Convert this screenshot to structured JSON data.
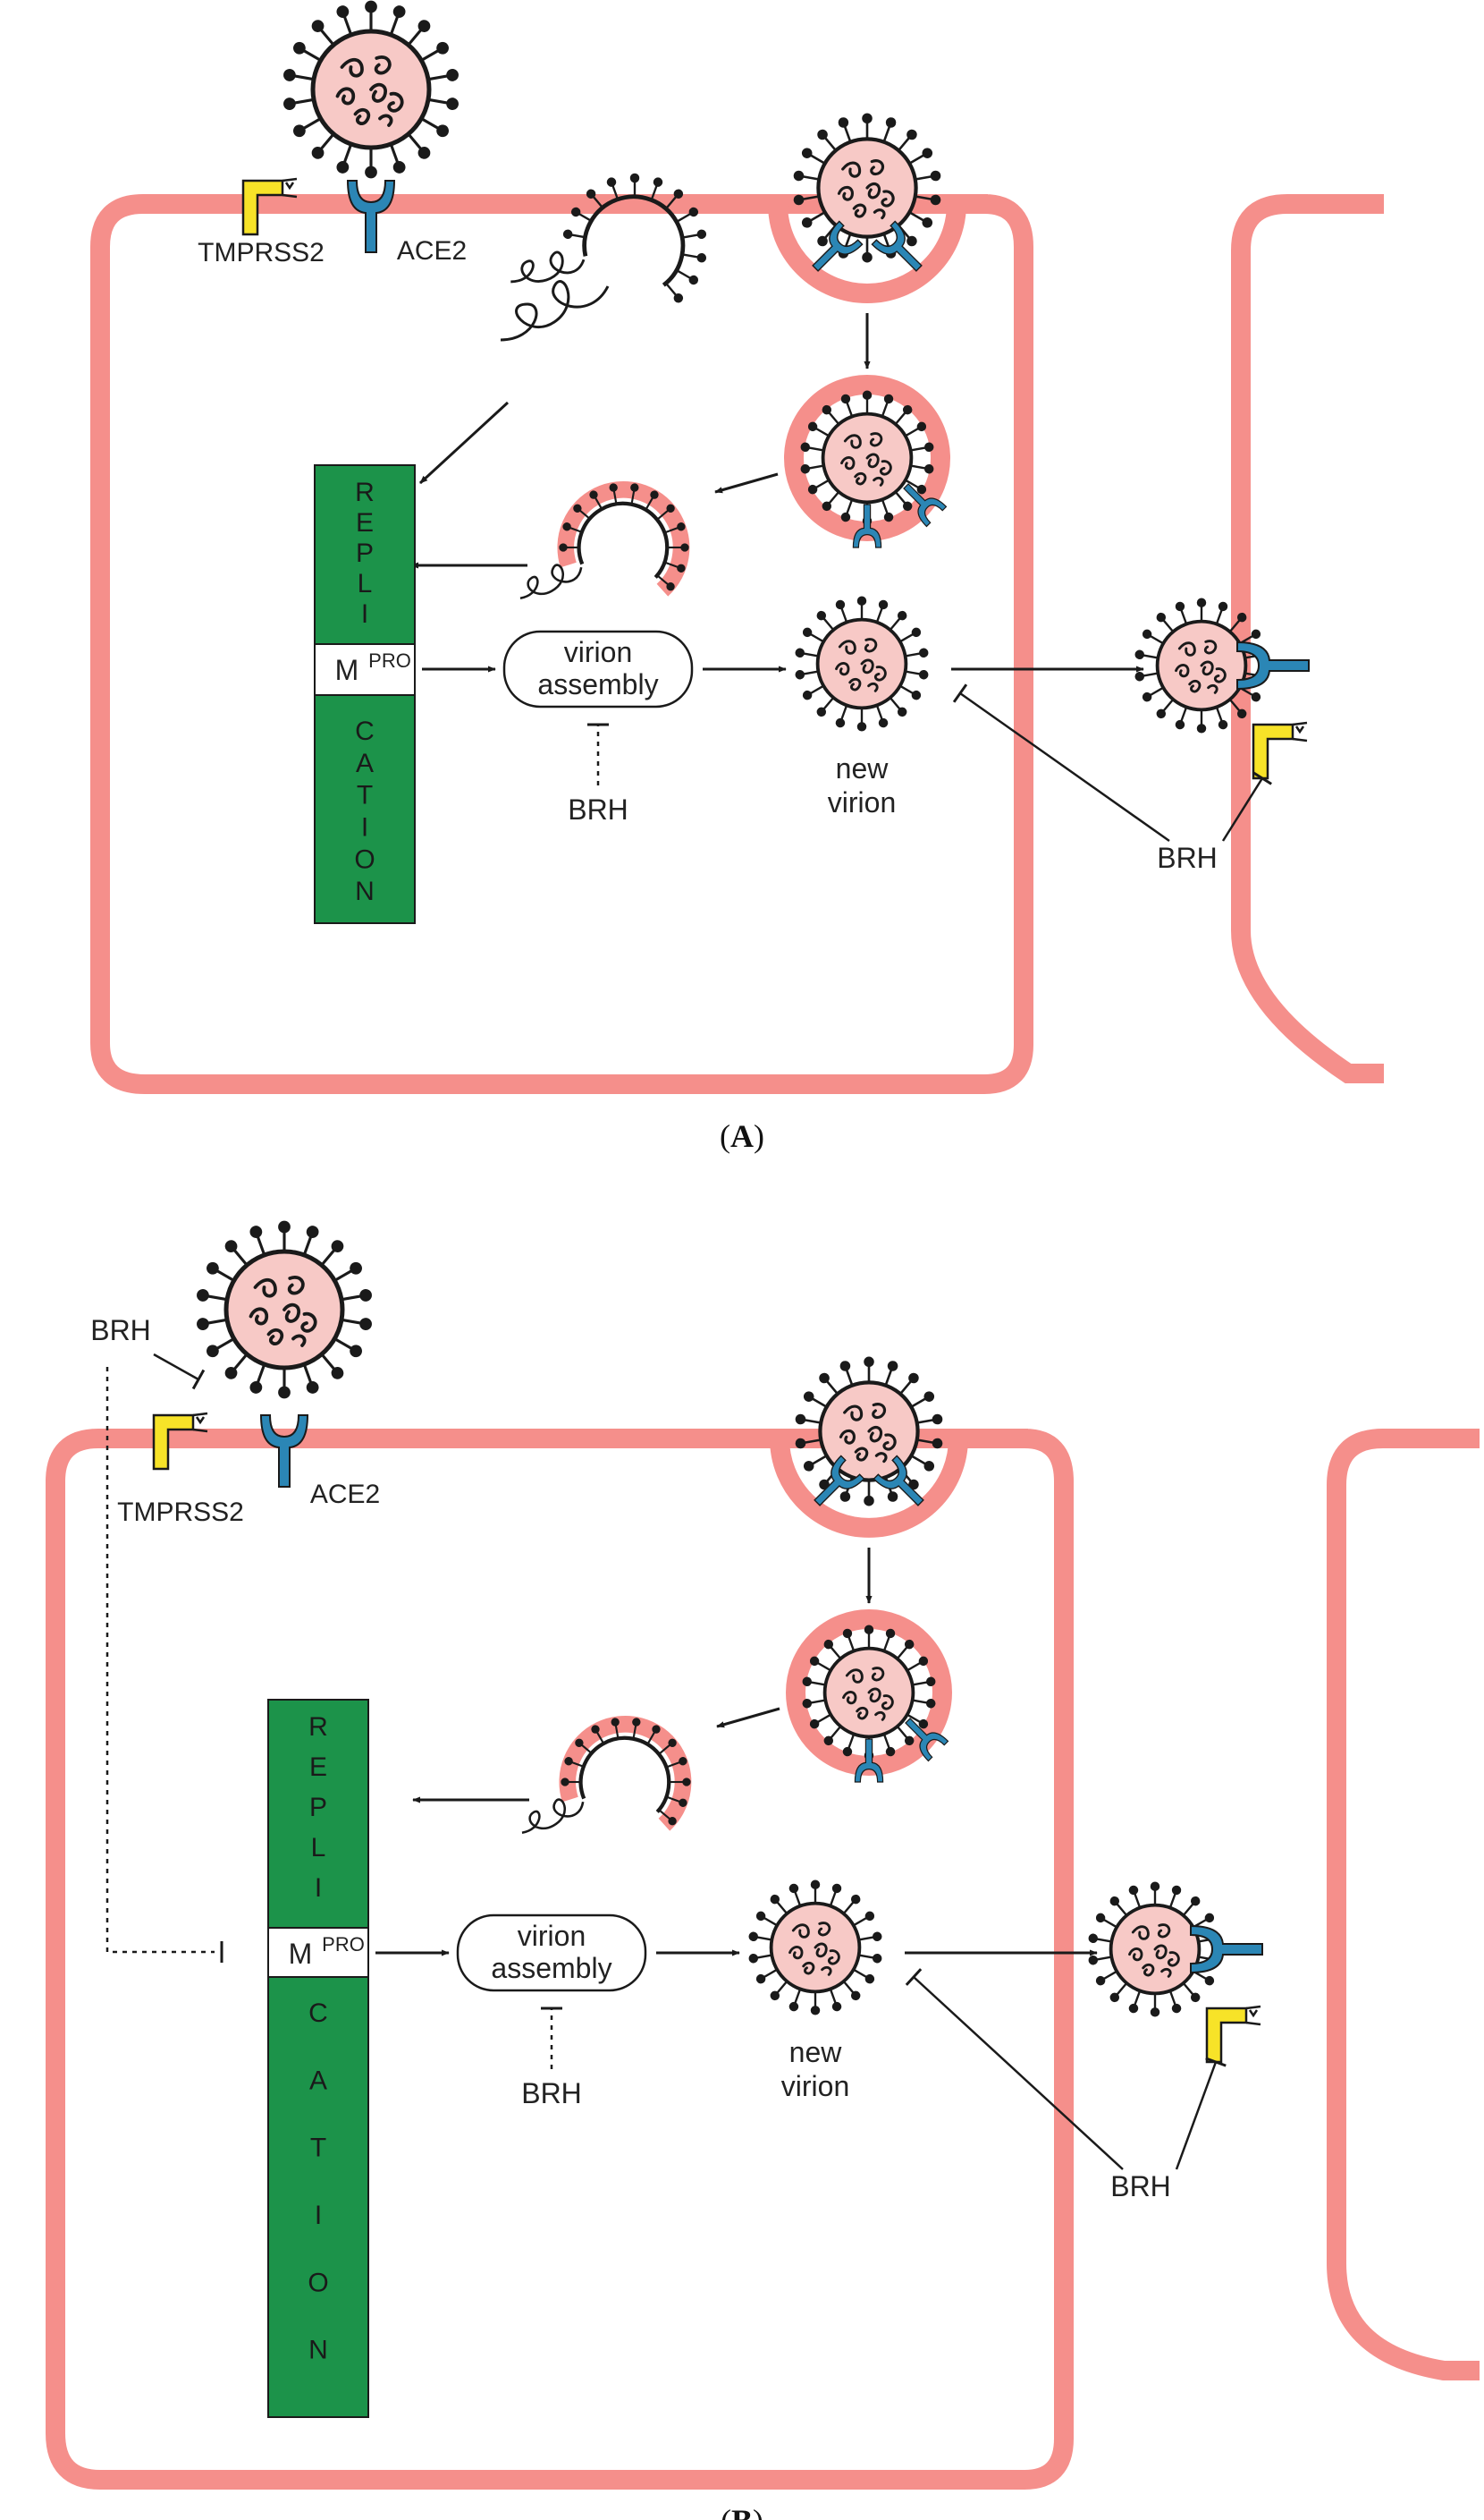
{
  "colors": {
    "membrane": "#f58f8b",
    "ace2": "#2b86b5",
    "tmprss2": "#f7e328",
    "replication": "#1c934a",
    "virion_core": "#f7c9c6",
    "ink": "#1a1a1a"
  },
  "panels": [
    {
      "tag": "A",
      "panel_label": "A",
      "tmprss2": "TMPRSS2",
      "ace2": "ACE2",
      "replication_top": [
        "R",
        "E",
        "P",
        "L",
        "I"
      ],
      "mpro_main": "M",
      "mpro_sup": "PRO",
      "replication_bottom": [
        "C",
        "A",
        "T",
        "I",
        "O",
        "N"
      ],
      "assembly_line1": "virion",
      "assembly_line2": "assembly",
      "brh_assembly": "BRH",
      "new_virion_line1": "new",
      "new_virion_line2": "virion",
      "brh_right": "BRH"
    },
    {
      "tag": "B",
      "panel_label": "B",
      "brh_tmprss2": "BRH",
      "tmprss2": "TMPRSS2",
      "ace2": "ACE2",
      "replication_top": [
        "R",
        "E",
        "P",
        "L",
        "I"
      ],
      "mpro_main": "M",
      "mpro_sup": "PRO",
      "replication_bottom": [
        "C",
        "A",
        "T",
        "I",
        "O",
        "N"
      ],
      "assembly_line1": "virion",
      "assembly_line2": "assembly",
      "brh_assembly": "BRH",
      "new_virion_line1": "new",
      "new_virion_line2": "virion",
      "brh_right": "BRH"
    }
  ]
}
